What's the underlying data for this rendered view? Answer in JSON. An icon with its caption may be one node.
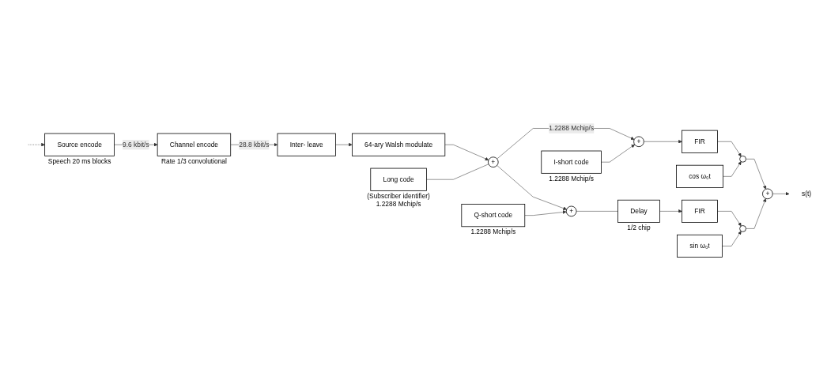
{
  "diagram": {
    "nodes": [
      {
        "text": [
          "Source encode"
        ],
        "beside": [
          "Speech 20 ms blocks"
        ]
      },
      {
        "text": [
          "Channel encode"
        ],
        "beside": [
          "Rate 1/3 convolutional"
        ]
      },
      {
        "text": [
          "Inter- leave"
        ]
      },
      {
        "text": [
          "64-ary Walsh modulate"
        ]
      },
      {
        "text": [
          "+"
        ]
      },
      {
        "text": [
          "Long code"
        ],
        "beside": [
          "(Subscriber identifier)",
          "1.2288 Mchip/s"
        ]
      },
      {
        "text": [
          "I-short code"
        ],
        "beside": [
          "1.2288 Mchip/s"
        ]
      },
      {
        "text": [
          "+"
        ]
      },
      {
        "text": [
          "+"
        ]
      },
      {
        "text": [
          "Q-short code"
        ],
        "beside": [
          "1.2288 Mchip/s"
        ]
      },
      {
        "text": [
          "Delay"
        ],
        "beside": [
          "1/2 chip"
        ]
      },
      {
        "text": [
          "FIR"
        ]
      },
      {
        "text": [
          "FIR"
        ]
      },
      {
        "text": [
          "cos ω₀t"
        ]
      },
      {
        "text": [
          "sin ω₀t"
        ]
      },
      {
        "text": [],
        "shape": "circle"
      },
      {
        "text": [],
        "shape": "circle"
      },
      {
        "text": [
          "+"
        ]
      },
      {
        "text": [
          "s(t)"
        ]
      }
    ],
    "edges": [
      {
        "from": null,
        "to": 0,
        "arrow": "to",
        "style": "dashed"
      },
      {
        "from": 0,
        "to": 1,
        "arrow": "to",
        "label": "9.6 kbit/s"
      },
      {
        "from": 1,
        "to": 2,
        "arrow": "to",
        "label": "28.8 kbit/s"
      },
      {
        "from": 2,
        "to": 3,
        "arrow": "to"
      },
      {
        "from": 3,
        "to": 4,
        "arrow": "to"
      },
      {
        "from": 5,
        "to": 4,
        "arrow": "none"
      },
      {
        "from": 4,
        "to": 7,
        "arrow": "to",
        "label": "1.2288 Mchip/s"
      },
      {
        "from": 4,
        "to": 8,
        "arrow": "to"
      },
      {
        "from": 6,
        "to": 7,
        "arrow": "to"
      },
      {
        "from": 9,
        "to": 8,
        "arrow": "to"
      },
      {
        "from": 8,
        "to": 10,
        "arrow": "none"
      },
      {
        "from": 7,
        "to": 11,
        "arrow": "to"
      },
      {
        "from": 10,
        "to": 12,
        "arrow": "to"
      },
      {
        "from": 11,
        "to": 15,
        "arrow": "to"
      },
      {
        "from": 12,
        "to": 16,
        "arrow": "to"
      },
      {
        "from": 13,
        "to": 15,
        "arrow": "to"
      },
      {
        "from": 14,
        "to": 16,
        "arrow": "to"
      },
      {
        "from": 15,
        "to": 17,
        "arrow": "to"
      },
      {
        "from": 16,
        "to": 17,
        "arrow": "to"
      },
      {
        "from": 17,
        "to": 18,
        "arrow": "to"
      }
    ]
  }
}
